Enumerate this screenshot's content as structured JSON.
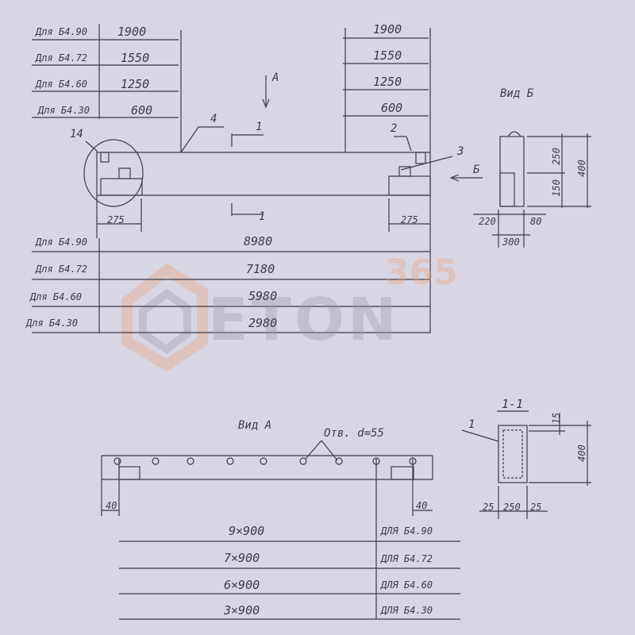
{
  "colors": {
    "paper": "#d9d6e3",
    "ink": "#3c3b4c",
    "watermark_gray": "#9a98aa",
    "watermark_orange": "#e8a07a"
  },
  "watermark": {
    "number": "365",
    "word": "ETON"
  },
  "top_left_table": [
    {
      "label": "Для Б4.90",
      "value": "1900"
    },
    {
      "label": "Для Б4.72",
      "value": "1550"
    },
    {
      "label": "Для Б4.60",
      "value": "1250"
    },
    {
      "label": "Для Б4.30",
      "value": "600"
    }
  ],
  "top_right_values": [
    "1900",
    "1550",
    "1250",
    "600"
  ],
  "beam_callouts": {
    "c14": "14",
    "c4": "4",
    "c1": "1",
    "c2": "2",
    "c3": "3",
    "arrow_a": "А",
    "arrow_b": "Б",
    "section_mark": "1"
  },
  "beam_dims": {
    "left_end": "275",
    "right_end": "275"
  },
  "length_table": [
    {
      "label": "Для Б4.90",
      "value": "8980"
    },
    {
      "label": "Для Б4.72",
      "value": "7180"
    },
    {
      "label": "Для Б4.60",
      "value": "5980"
    },
    {
      "label": "Для Б4.30",
      "value": "2980"
    }
  ],
  "view_b": {
    "title": "Вид Б",
    "d250": "250",
    "d150": "150",
    "d400": "400",
    "d220": "220",
    "d80": "80",
    "d300": "300"
  },
  "view_a": {
    "title": "Вид А",
    "hole_note": "Отв. d=55",
    "d40_left": "40",
    "d40_right": "40"
  },
  "spacing_table": [
    {
      "value": "9×900",
      "label": "ДЛЯ Б4.90"
    },
    {
      "value": "7×900",
      "label": "ДЛЯ Б4.72"
    },
    {
      "value": "6×900",
      "label": "ДЛЯ Б4.60"
    },
    {
      "value": "3×900",
      "label": "ДЛЯ Б4.30"
    }
  ],
  "section_1_1": {
    "title": "1-1",
    "callout": "1",
    "d15": "15",
    "d400": "400",
    "d25a": "25",
    "d250": "250",
    "d25b": "25"
  }
}
